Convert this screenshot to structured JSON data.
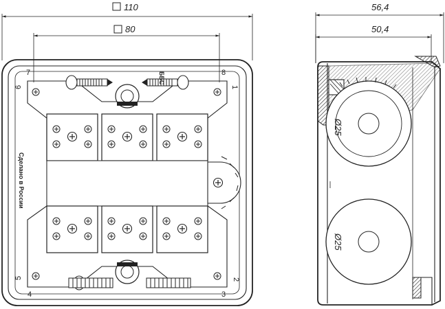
{
  "dimensions": {
    "overall_width": "110",
    "mount_spacing": "80",
    "side_depth": "56,4",
    "side_body_depth": "50,4"
  },
  "corner_numbers": {
    "top_left_outer": "7",
    "top_left_inner": "6",
    "top_right_outer": "8",
    "top_right_inner": "1",
    "bottom_left_inner": "5",
    "bottom_left_outer": "4",
    "bottom_right_inner": "2",
    "bottom_right_outer": "3"
  },
  "labels": {
    "made_in": "Сделано в России",
    "screw_marking": "ББС",
    "gland_top": "Ø25",
    "gland_bottom": "Ø25"
  }
}
